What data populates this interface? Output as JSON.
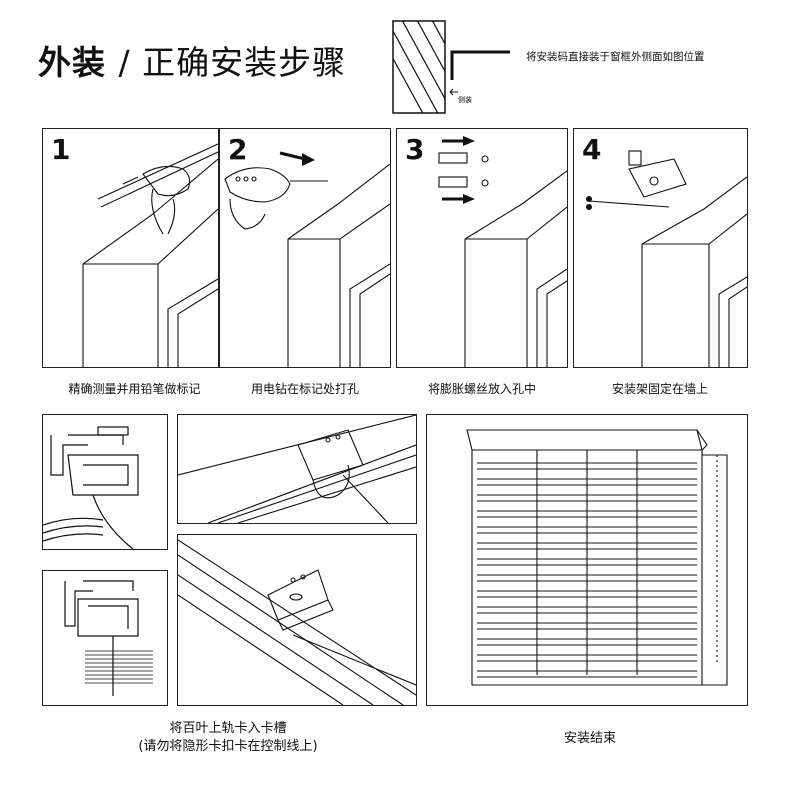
{
  "header": {
    "title_bold": "外装",
    "title_rest": "/ 正确安装步骤",
    "note": "将安装码直接装于窗框外侧面如图位置",
    "side_label": "侧装"
  },
  "steps": [
    {
      "number": "1",
      "caption": "精确测量并用铅笔做标记"
    },
    {
      "number": "2",
      "caption": "用电钻在标记处打孔"
    },
    {
      "number": "3",
      "caption": "将膨胀螺丝放入孔中"
    },
    {
      "number": "4",
      "caption": "安装架固定在墙上"
    }
  ],
  "bottom": {
    "caption_line1": "将百叶上轨卡入卡槽",
    "caption_line2": "(请勿将隐形卡扣卡在控制线上)",
    "final_caption": "安装结束"
  }
}
